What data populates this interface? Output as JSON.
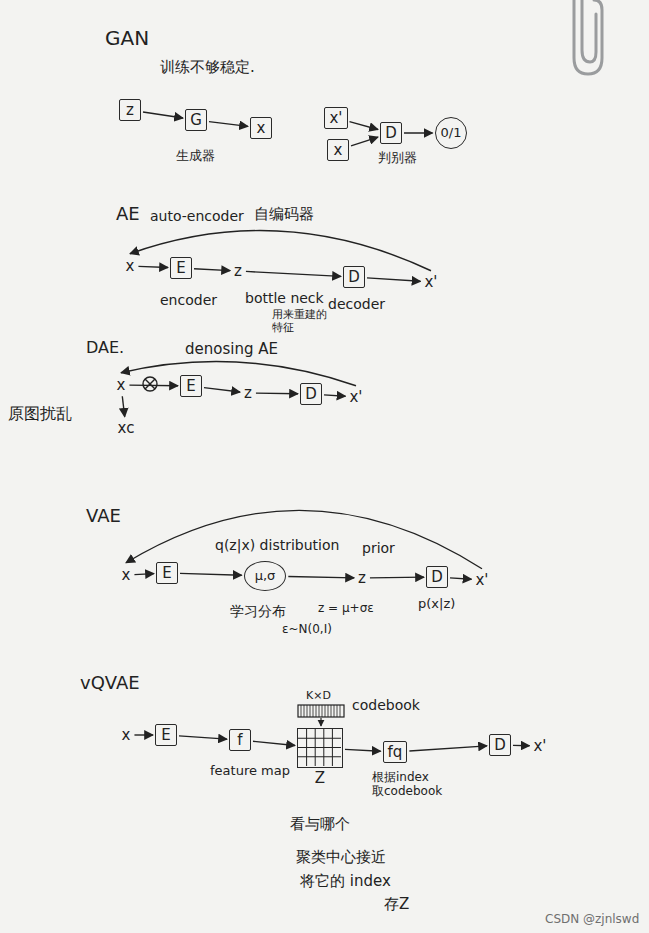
{
  "diagram": {
    "nodes": [
      {
        "text": [
          "z"
        ]
      },
      {
        "text": [
          "G"
        ]
      },
      {
        "text": [
          "x"
        ]
      },
      {
        "text": [
          "x'"
        ]
      },
      {
        "text": [
          "x"
        ]
      },
      {
        "text": [
          "D"
        ]
      },
      {
        "text": [
          "0/1"
        ]
      },
      {
        "text": [
          "x"
        ]
      },
      {
        "text": [
          "E"
        ]
      },
      {
        "text": [
          "z"
        ]
      },
      {
        "text": [
          "D"
        ]
      },
      {
        "text": [
          "x'"
        ]
      },
      {
        "text": [
          "x"
        ]
      },
      {
        "text": [
          "xc"
        ]
      },
      {
        "text": [
          "E"
        ]
      },
      {
        "text": [
          "z"
        ]
      },
      {
        "text": [
          "D"
        ]
      },
      {
        "text": [
          "x'"
        ]
      },
      {
        "text": [
          "x"
        ]
      },
      {
        "text": [
          "E"
        ]
      },
      {
        "text": [
          "μ,σ"
        ]
      },
      {
        "text": [
          "z"
        ]
      },
      {
        "text": [
          "D"
        ]
      },
      {
        "text": [
          "x'"
        ]
      },
      {
        "text": [
          "x"
        ]
      },
      {
        "text": [
          "E"
        ]
      },
      {
        "text": [
          "f"
        ]
      },
      {
        "text": [
          "Z"
        ]
      },
      {
        "text": [
          "fq"
        ]
      },
      {
        "text": [
          "D"
        ]
      },
      {
        "text": [
          "x'"
        ]
      }
    ],
    "edges": [
      {
        "from": 0,
        "to": 1,
        "arrow": "to"
      },
      {
        "from": 1,
        "to": 2,
        "arrow": "to"
      },
      {
        "from": 3,
        "to": 5,
        "arrow": "to"
      },
      {
        "from": 4,
        "to": 5,
        "arrow": "to"
      },
      {
        "from": 5,
        "to": 6,
        "arrow": "to"
      },
      {
        "from": 7,
        "to": 8,
        "arrow": "to"
      },
      {
        "from": 8,
        "to": 9,
        "arrow": "to"
      },
      {
        "from": 9,
        "to": 10,
        "arrow": "to"
      },
      {
        "from": 10,
        "to": 11,
        "arrow": "to"
      },
      {
        "from": 11,
        "to": 7,
        "arrow": "to"
      },
      {
        "from": 12,
        "to": 13,
        "arrow": "to"
      },
      {
        "from": 12,
        "to": 14,
        "arrow": "to"
      },
      {
        "from": 14,
        "to": 15,
        "arrow": "to"
      },
      {
        "from": 15,
        "to": 16,
        "arrow": "to"
      },
      {
        "from": 16,
        "to": 17,
        "arrow": "to"
      },
      {
        "from": 17,
        "to": 12,
        "arrow": "to"
      },
      {
        "from": 18,
        "to": 19,
        "arrow": "to"
      },
      {
        "from": 19,
        "to": 20,
        "arrow": "to"
      },
      {
        "from": 20,
        "to": 21,
        "arrow": "to"
      },
      {
        "from": 21,
        "to": 22,
        "arrow": "to"
      },
      {
        "from": 22,
        "to": 23,
        "arrow": "to"
      },
      {
        "from": 23,
        "to": 18,
        "arrow": "to"
      },
      {
        "from": 24,
        "to": 25,
        "arrow": "to"
      },
      {
        "from": 25,
        "to": 26,
        "arrow": "to"
      },
      {
        "from": 26,
        "to": 27,
        "arrow": "to"
      },
      {
        "from": 27,
        "to": 28,
        "arrow": "to"
      },
      {
        "from": 28,
        "to": 29,
        "arrow": "to"
      },
      {
        "from": 29,
        "to": 30,
        "arrow": "to"
      }
    ],
    "labels": [
      "GAN",
      "训练不够稳定.",
      "生成器",
      "判别器",
      "AE",
      "auto-encoder",
      "自编码器",
      "encoder",
      "bottle neck",
      "用来重建的 特征",
      "decoder",
      "DAE.",
      "denosing AE",
      "原图扰乱",
      "VAE",
      "q(z|x) distribution",
      "prior",
      "p(x|z)",
      "学习分布",
      "z = μ+σε",
      "ε~N(0,I)",
      "vQVAE",
      "K×D",
      "codebook",
      "feature map",
      "根据index 取codebook",
      "看与哪个",
      "聚类中心接近",
      "将它的 index",
      "存Z",
      "CSDN @zjnlswd"
    ]
  }
}
